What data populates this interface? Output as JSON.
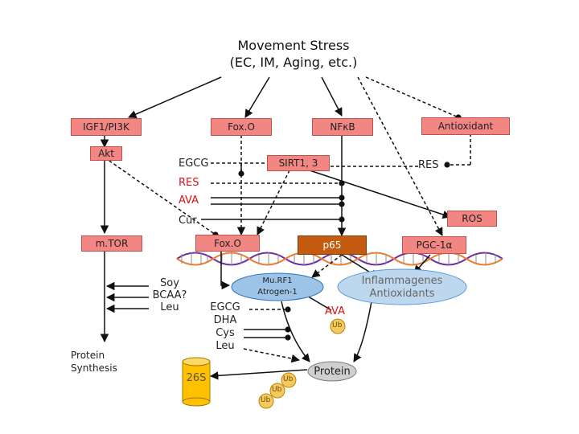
{
  "title_line1": "Movement Stress",
  "title_line2": "(EC, IM, Aging, etc.)",
  "boxes": {
    "igf1": "IGF1/PI3K",
    "akt": "Akt",
    "foxo_top": "Fox.O",
    "nfkb": "NFκB",
    "antioxidant": "Antioxidant",
    "sirt": "SIRT1, 3",
    "ros": "ROS",
    "mtor": "m.TOR",
    "foxo_mid": "Fox.O",
    "p65": "p65",
    "pgc": "PGC-1α",
    "murf_line1": "Mu.RF1",
    "murf_line2": "Atrogen-1",
    "inflam_line1": "Inflammagenes",
    "inflam_line2": "Antioxidants",
    "protein": "Protein",
    "proteasome": "26S"
  },
  "labels": {
    "egcg": "EGCG",
    "res_left": "RES",
    "ava_left": "AVA",
    "cur": "Cur",
    "res_right": "RES",
    "soy_line1": "Soy",
    "soy_line2": "BCAA?",
    "soy_line3": "Leu",
    "protein_syn_line1": "Protein",
    "protein_syn_line2": "Synthesis",
    "egcg2": "EGCG",
    "dha": "DHA",
    "cys": "Cys",
    "leu2": "Leu",
    "ava_right": "AVA"
  },
  "ub_label": "Ub",
  "colors": {
    "box_red": "#f28683",
    "box_orange_dark": "#c55a11",
    "box_blue": "#9dc3e6",
    "dna_purple": "#7030a0",
    "dna_orange": "#ed7d31",
    "cylinder_gold": "#ffc000",
    "ub_gold": "#f4c95d"
  }
}
